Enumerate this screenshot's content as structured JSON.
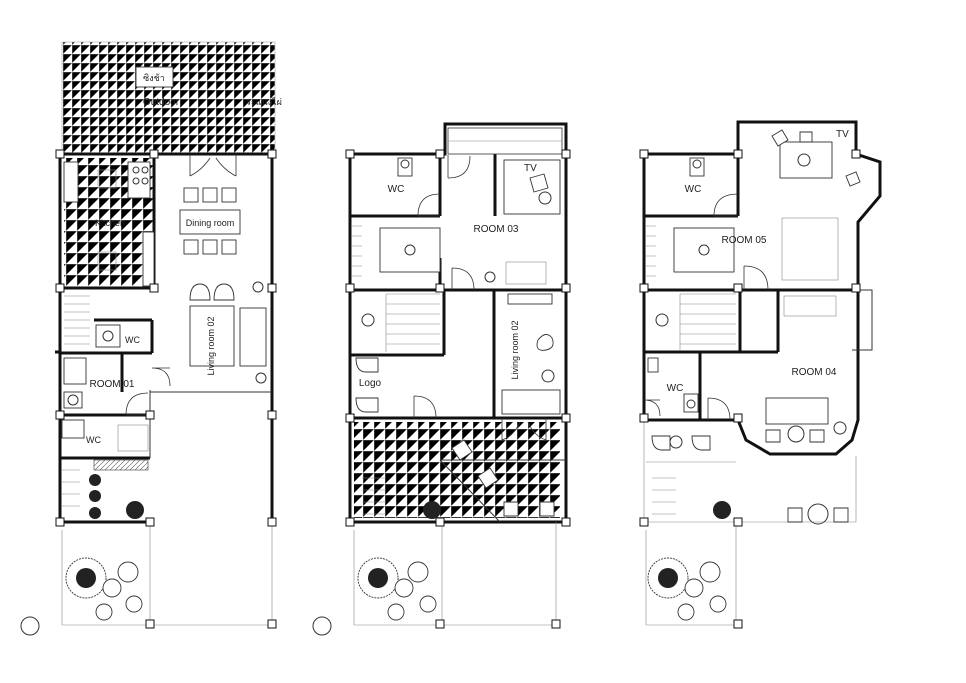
{
  "plans": [
    {
      "id": "ground-floor",
      "labels": {
        "outdoor_sign": "ซิงช้า",
        "outdoor": "Outdoor",
        "balcony": "ระแนงไผ่",
        "kitchen": "Kitchen",
        "dining": "Dining room",
        "living": "Living room 02",
        "wc_a": "WC",
        "room": "ROOM 01",
        "wc_b": "WC"
      }
    },
    {
      "id": "second-floor",
      "labels": {
        "wc": "WC",
        "tv": "TV",
        "room": "ROOM 03",
        "living": "Living room 02",
        "logo": "Logo"
      }
    },
    {
      "id": "third-floor",
      "labels": {
        "wc_a": "WC",
        "tv": "TV",
        "room_a": "ROOM 05",
        "room_b": "ROOM 04",
        "wc_b": "WC"
      }
    }
  ]
}
